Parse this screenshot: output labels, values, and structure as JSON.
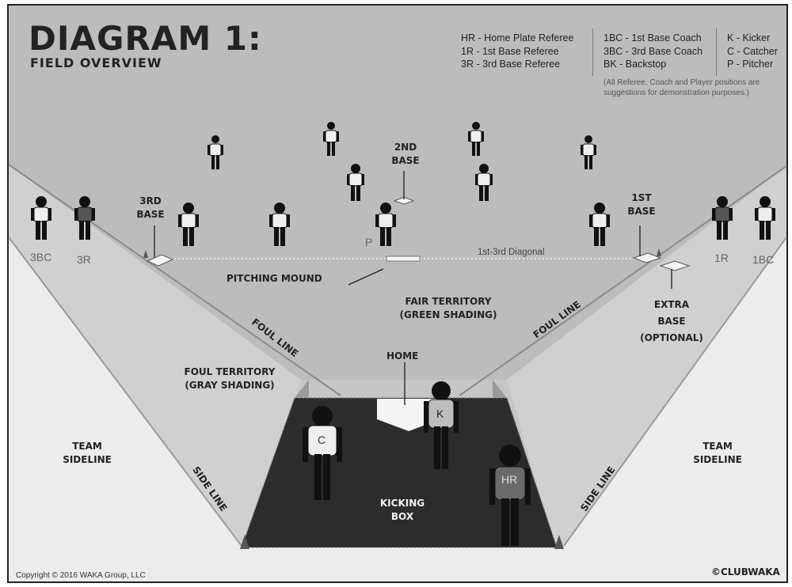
{
  "header": {
    "title": "DIAGRAM 1:",
    "subtitle": "FIELD OVERVIEW"
  },
  "legend": {
    "col1": [
      "HR - Home Plate Referee",
      "1R - 1st Base Referee",
      "3R - 3rd Base Referee"
    ],
    "col2": [
      "1BC - 1st Base Coach",
      "3BC - 3rd Base Coach",
      "BK - Backstop"
    ],
    "col3": [
      "K - Kicker",
      "C - Catcher",
      "P - Pitcher"
    ],
    "note": "(All Referee, Coach and Player positions are suggestions for demonstration purposes.)"
  },
  "field": {
    "second_base": [
      "2ND",
      "BASE"
    ],
    "third_base": [
      "3RD",
      "BASE"
    ],
    "first_base": [
      "1ST",
      "BASE"
    ],
    "diagonal": "1st-3rd Diagonal",
    "pitching_mound": "PITCHING MOUND",
    "fair_territory": [
      "FAIR TERRITORY",
      "(GREEN SHADING)"
    ],
    "foul_territory": [
      "FOUL TERRITORY",
      "(GRAY SHADING)"
    ],
    "extra_base": [
      "EXTRA",
      "BASE",
      "(OPTIONAL)"
    ],
    "foul_line": "FOUL LINE",
    "side_line": "SIDE LINE",
    "team_sideline": [
      "TEAM",
      "SIDELINE"
    ],
    "home": "HOME",
    "kicking_box": [
      "KICKING",
      "BOX"
    ]
  },
  "positions": {
    "third_base_coach": "3BC",
    "third_base_referee": "3R",
    "first_base_referee": "1R",
    "first_base_coach": "1BC",
    "pitcher": "P",
    "catcher": "C",
    "kicker": "K",
    "home_plate_referee": "HR"
  },
  "footer": {
    "copyright": "Copyright © 2016 WAKA Group, LLC",
    "brand": "©CLUBWAKA"
  }
}
